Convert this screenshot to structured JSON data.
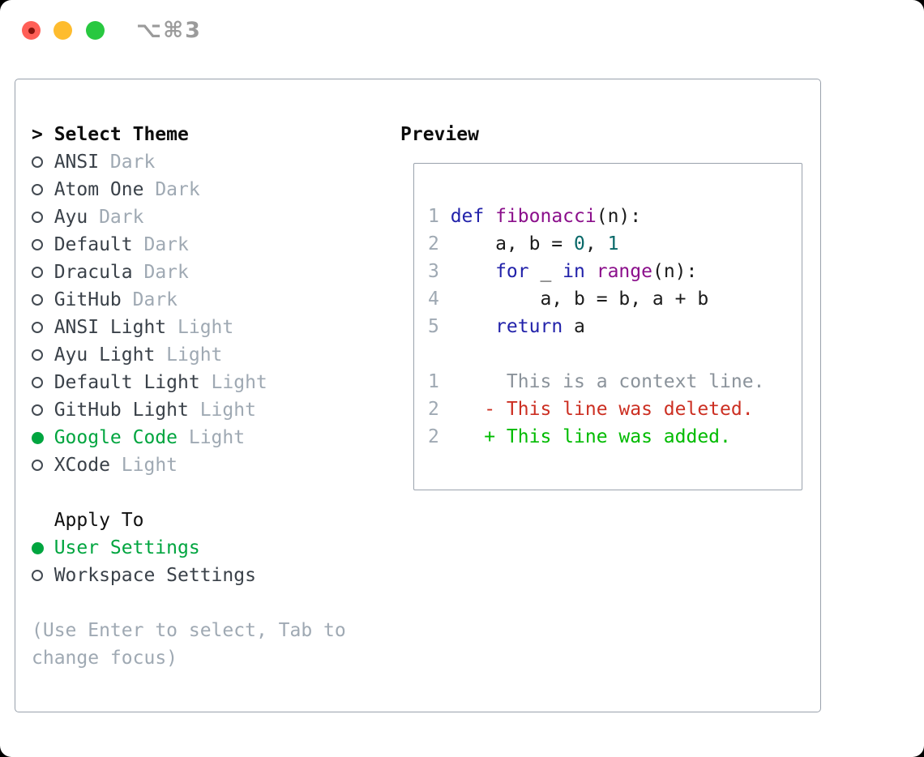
{
  "window": {
    "title": "⌥⌘3",
    "traffic_lights": [
      {
        "name": "close",
        "color": "#ff5f57",
        "has_inner_dot": true
      },
      {
        "name": "minimize",
        "color": "#febc2e",
        "has_inner_dot": false
      },
      {
        "name": "zoom",
        "color": "#28c840",
        "has_inner_dot": false
      }
    ]
  },
  "theme_list": {
    "header_prefix": ">",
    "header": "Select Theme",
    "items": [
      {
        "name": "ANSI",
        "variant": "Dark",
        "selected": false
      },
      {
        "name": "Atom One",
        "variant": "Dark",
        "selected": false
      },
      {
        "name": "Ayu",
        "variant": "Dark",
        "selected": false
      },
      {
        "name": "Default",
        "variant": "Dark",
        "selected": false
      },
      {
        "name": "Dracula",
        "variant": "Dark",
        "selected": false
      },
      {
        "name": "GitHub",
        "variant": "Dark",
        "selected": false
      },
      {
        "name": "ANSI Light",
        "variant": "Light",
        "selected": false
      },
      {
        "name": "Ayu Light",
        "variant": "Light",
        "selected": false
      },
      {
        "name": "Default Light",
        "variant": "Light",
        "selected": false
      },
      {
        "name": "GitHub Light",
        "variant": "Light",
        "selected": false
      },
      {
        "name": "Google Code",
        "variant": "Light",
        "selected": true
      },
      {
        "name": "XCode",
        "variant": "Light",
        "selected": false
      }
    ]
  },
  "apply_to": {
    "header": "Apply To",
    "options": [
      {
        "label": "User Settings",
        "selected": true
      },
      {
        "label": "Workspace Settings",
        "selected": false
      }
    ]
  },
  "hint": "(Use Enter to select, Tab to change focus)",
  "preview": {
    "heading": "Preview",
    "lines": [
      {
        "num": "1",
        "segments": [
          [
            "kw",
            "def"
          ],
          [
            "pln",
            " "
          ],
          [
            "title",
            "fibonacci"
          ],
          [
            "pln",
            "(n):"
          ]
        ]
      },
      {
        "num": "2",
        "segments": [
          [
            "pln",
            "    a, b = "
          ],
          [
            "num",
            "0"
          ],
          [
            "pln",
            ", "
          ],
          [
            "num",
            "1"
          ]
        ]
      },
      {
        "num": "3",
        "segments": [
          [
            "pln",
            "    "
          ],
          [
            "kw",
            "for"
          ],
          [
            "pln",
            " _ "
          ],
          [
            "kw",
            "in"
          ],
          [
            "pln",
            " "
          ],
          [
            "title",
            "range"
          ],
          [
            "pln",
            "(n):"
          ]
        ]
      },
      {
        "num": "4",
        "segments": [
          [
            "pln",
            "        a, b = b, a + b"
          ]
        ]
      },
      {
        "num": "5",
        "segments": [
          [
            "pln",
            "    "
          ],
          [
            "kw",
            "return"
          ],
          [
            "pln",
            " a"
          ]
        ]
      },
      {
        "num": "",
        "segments": []
      },
      {
        "num": "1",
        "segments": [
          [
            "ctx",
            "     This is a context line."
          ]
        ]
      },
      {
        "num": "2",
        "segments": [
          [
            "del",
            "   - This line was deleted."
          ]
        ]
      },
      {
        "num": "2",
        "segments": [
          [
            "add",
            "   + This line was added."
          ]
        ]
      }
    ]
  },
  "colors": {
    "selection_green": "#00a53f",
    "diff_added_green": "#00bb00",
    "diff_deleted_red": "#cc2f22",
    "keyword_blue": "#2222aa",
    "function_purple": "#8b0f8b",
    "literal_teal": "#086868",
    "muted_gray": "#9fa9b3",
    "text_dark": "#3a4149",
    "border_gray": "#99a1ac"
  }
}
